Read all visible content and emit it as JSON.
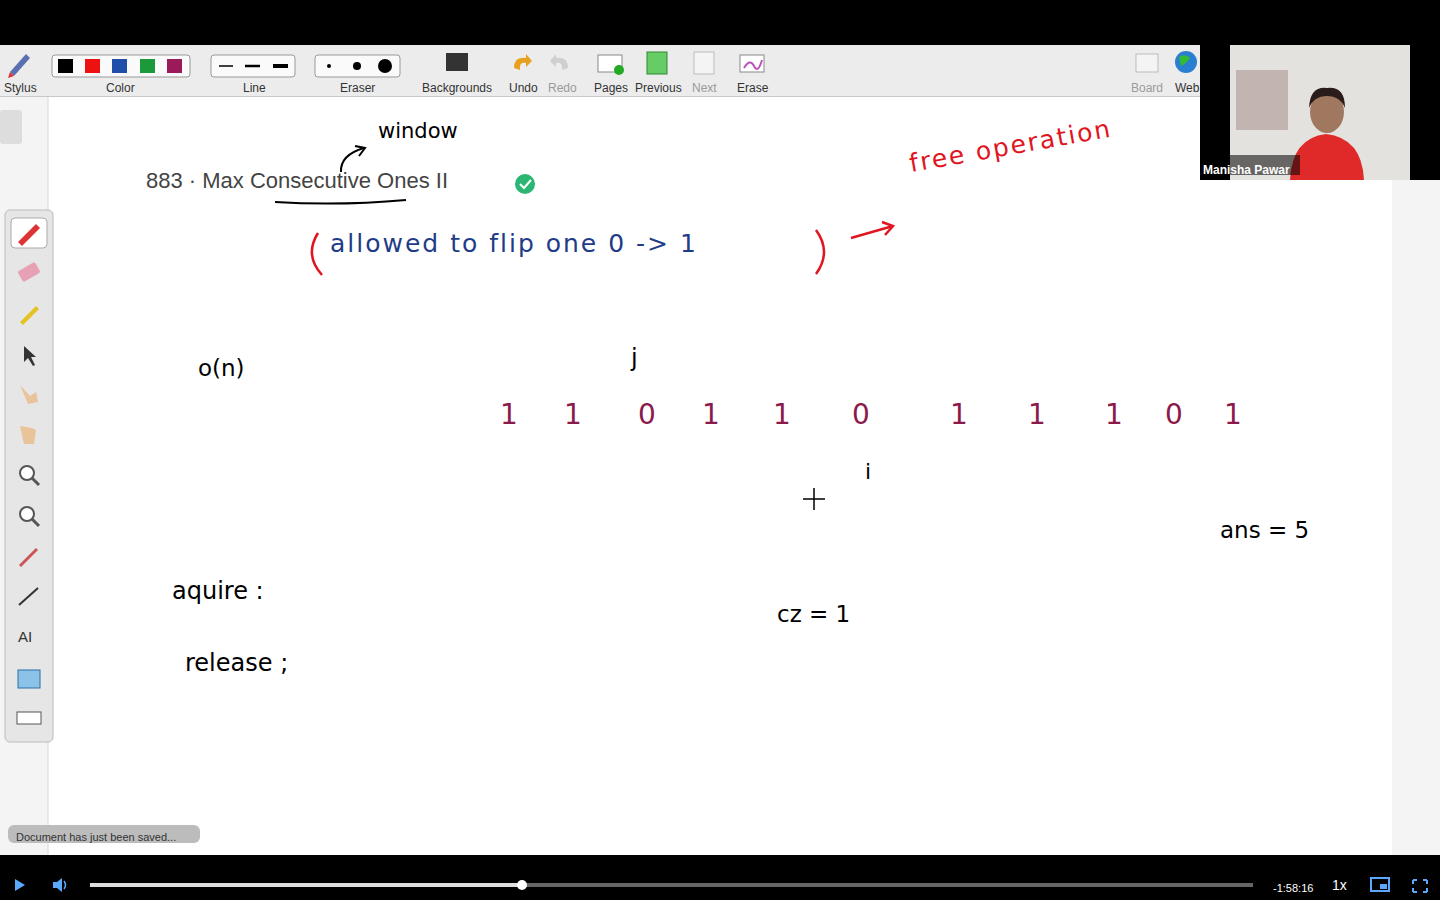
{
  "diagram": {
    "title": "883 · Max Consecutive Ones II",
    "labels": [
      "Stylus",
      "Color",
      "Line",
      "Eraser",
      "Backgrounds",
      "Undo",
      "Redo",
      "Pages",
      "Previous",
      "Next",
      "Erase",
      "Board",
      "Web",
      "Manisha Pawar",
      "window",
      "allowed to flip one 0 -> 1",
      "free operation",
      "o(n)",
      "j",
      "1",
      "1",
      "0",
      "1",
      "1",
      "0",
      "1",
      "1",
      "1",
      "0",
      "1",
      "i",
      "ans = 5",
      "aquire :",
      "cz = 1",
      "release ;",
      "AI",
      "Document has just been saved...",
      "-1:58:16",
      "1x"
    ]
  }
}
